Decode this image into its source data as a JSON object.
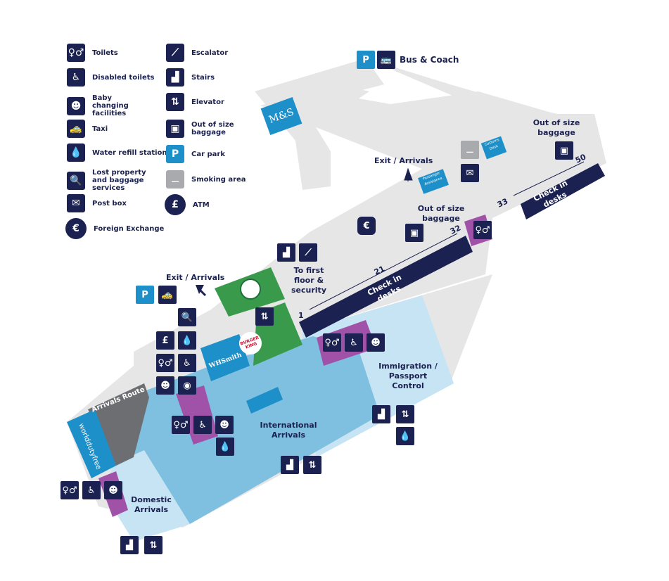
{
  "legend": [
    {
      "label": "Toilets",
      "icon": "toilets-icon"
    },
    {
      "label": "Disabled toilets",
      "icon": "wheelchair-icon"
    },
    {
      "label": "Baby changing facilities",
      "icon": "baby-changing-icon"
    },
    {
      "label": "Taxi",
      "icon": "taxi-icon"
    },
    {
      "label": "Water refill station",
      "icon": "water-refill-icon"
    },
    {
      "label": "Lost property and baggage services",
      "icon": "lost-property-icon"
    },
    {
      "label": "Post box",
      "icon": "post-box-icon"
    },
    {
      "label": "Foreign Exchange",
      "icon": "foreign-exchange-icon"
    },
    {
      "label": "Escalator",
      "icon": "escalator-icon"
    },
    {
      "label": "Stairs",
      "icon": "stairs-icon"
    },
    {
      "label": "Elevator",
      "icon": "elevator-icon"
    },
    {
      "label": "Out of size baggage",
      "icon": "baggage-icon"
    },
    {
      "label": "Car park",
      "icon": "car-park-icon",
      "glyph": "P"
    },
    {
      "label": "Smoking area",
      "icon": "smoking-icon"
    },
    {
      "label": "ATM",
      "icon": "atm-icon",
      "glyph": "£"
    }
  ],
  "labels": {
    "bus_coach": "Bus & Coach",
    "exit_arrivals_top": "Exit / Arrivals",
    "exit_arrivals_left": "Exit / Arrivals",
    "out_of_size_right": "Out of size baggage",
    "out_of_size_mid": "Out of size baggage",
    "first_floor": "To first floor & security",
    "check_in_main": "Check in desks",
    "check_in_right": "Check in desks",
    "immigration": "Immigration / Passport Control",
    "international_arrivals": "International Arrivals",
    "domestic_arrivals": "Domestic Arrivals",
    "arrivals_route": "Arrivals Route",
    "world_duty_free": "worlddutyfree",
    "whsmith": "WHSmith",
    "burger_king": "BURGER KING",
    "ms": "M&S",
    "customs_desk": "Customs Desk",
    "passenger_assistance": "Passenger Assistance",
    "desk_1": "1",
    "desk_21": "21",
    "desk_32": "32",
    "desk_33": "33",
    "desk_50": "50",
    "parking_glyph": "P",
    "atm_glyph": "£",
    "euro_glyph": "€"
  },
  "colors": {
    "navy": "#1b2150",
    "brand_blue": "#1d8fc9",
    "arrivals_blue": "#7fbfe0",
    "light_blue": "#c6e4f3",
    "floor_grey": "#e6e6e6",
    "toilet_purple": "#a052a8",
    "starbucks_green": "#3a9a4c",
    "arrivals_route_grey": "#6d6e71"
  }
}
